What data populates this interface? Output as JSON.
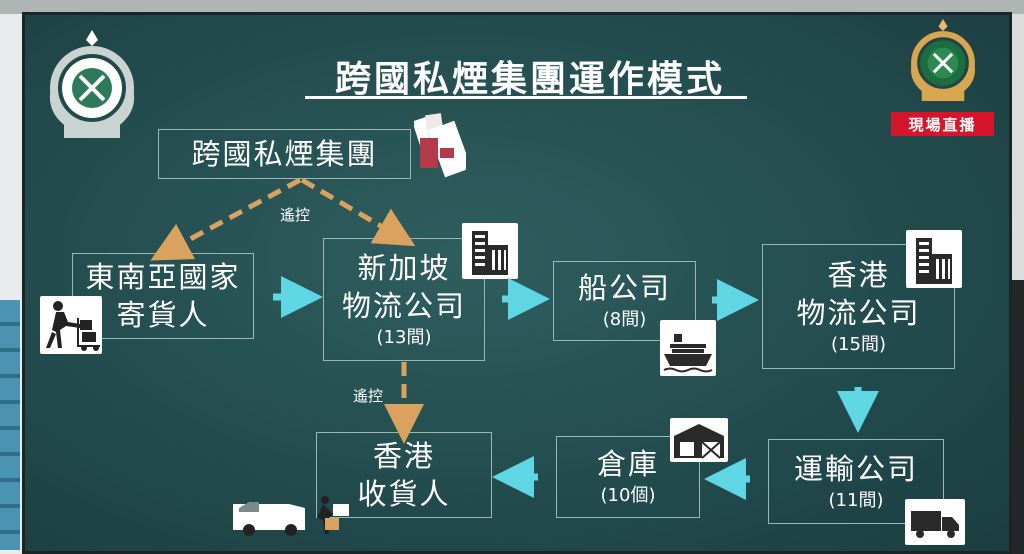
{
  "title": "跨國私煙集團運作模式",
  "live_badge": "現場直播",
  "nodes": {
    "syndicate": "跨國私煙集團",
    "se_asia_shipper_line1": "東南亞國家",
    "se_asia_shipper_line2": "寄貨人",
    "sg_logistics_line1": "新加坡",
    "sg_logistics_line2": "物流公司",
    "sg_logistics_count": "(13間)",
    "shipping_line1": "船公司",
    "shipping_count": "(8間)",
    "hk_logistics_line1": "香港",
    "hk_logistics_line2": "物流公司",
    "hk_logistics_count": "(15間)",
    "transport_line1": "運輸公司",
    "transport_count": "(11間)",
    "warehouse_line1": "倉庫",
    "warehouse_count": "(10個)",
    "hk_consignee_line1": "香港",
    "hk_consignee_line2": "收貨人"
  },
  "edge_labels": {
    "remote_control_top": "遙控",
    "remote_control_bottom": "遙控"
  },
  "colors": {
    "board": "#234c4e",
    "solid_arrow": "#5fd6e4",
    "dashed_arrow": "#d9a35f",
    "live_badge": "#d6152a"
  },
  "icons": [
    "hk-customs-emblem-icon",
    "cigarette-pack-icon",
    "person-pushing-trolley-icon",
    "office-building-icon",
    "cargo-ship-icon",
    "warehouse-icon",
    "delivery-truck-icon",
    "delivery-van-icon"
  ]
}
